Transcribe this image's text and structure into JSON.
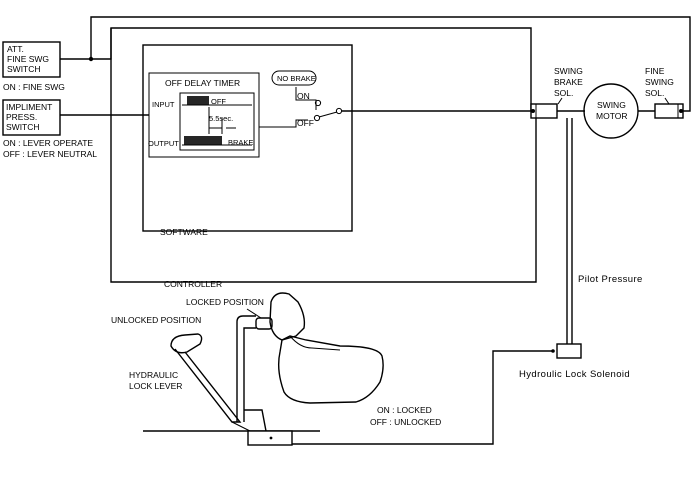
{
  "labels": {
    "att_line1": "ATT.",
    "att_line2": "FINE SWG",
    "att_line3": "SWITCH",
    "att_state": "ON : FINE SWG",
    "impl_line1": "IMPLIMENT",
    "impl_line2": "PRESS.",
    "impl_line3": "SWITCH",
    "impl_state_on": "ON : LEVER OPERATE",
    "impl_state_off": "OFF : LEVER NEUTRAL",
    "timer_title": "OFF DELAY TIMER",
    "timer_input": "INPUT",
    "timer_output": "OUTPUT",
    "timer_off": "OFF",
    "timer_brake": "BRAKE",
    "timer_delay": "5.5sec.",
    "no_brake": "NO BRAKE",
    "switch_on": "ON",
    "switch_off": "OFF",
    "software": "SOFTWARE",
    "controller": "CONTROLLER",
    "swing_brake_1": "SWING",
    "swing_brake_2": "BRAKE",
    "swing_brake_3": "SOL.",
    "fine_swing_1": "FINE",
    "fine_swing_2": "SWING",
    "fine_swing_3": "SOL.",
    "motor_1": "SWING",
    "motor_2": "MOTOR",
    "pilot_pressure": "Pilot  Pressure",
    "hyd_lock_solenoid": "Hydroulic  Lock  Solenoid",
    "locked_position": "LOCKED POSITION",
    "unlocked_position": "UNLOCKED POSITION",
    "hyd_lever_1": "HYDRAULIC",
    "hyd_lever_2": "LOCK LEVER",
    "lock_on": "ON : LOCKED",
    "lock_off": "OFF : UNLOCKED"
  }
}
